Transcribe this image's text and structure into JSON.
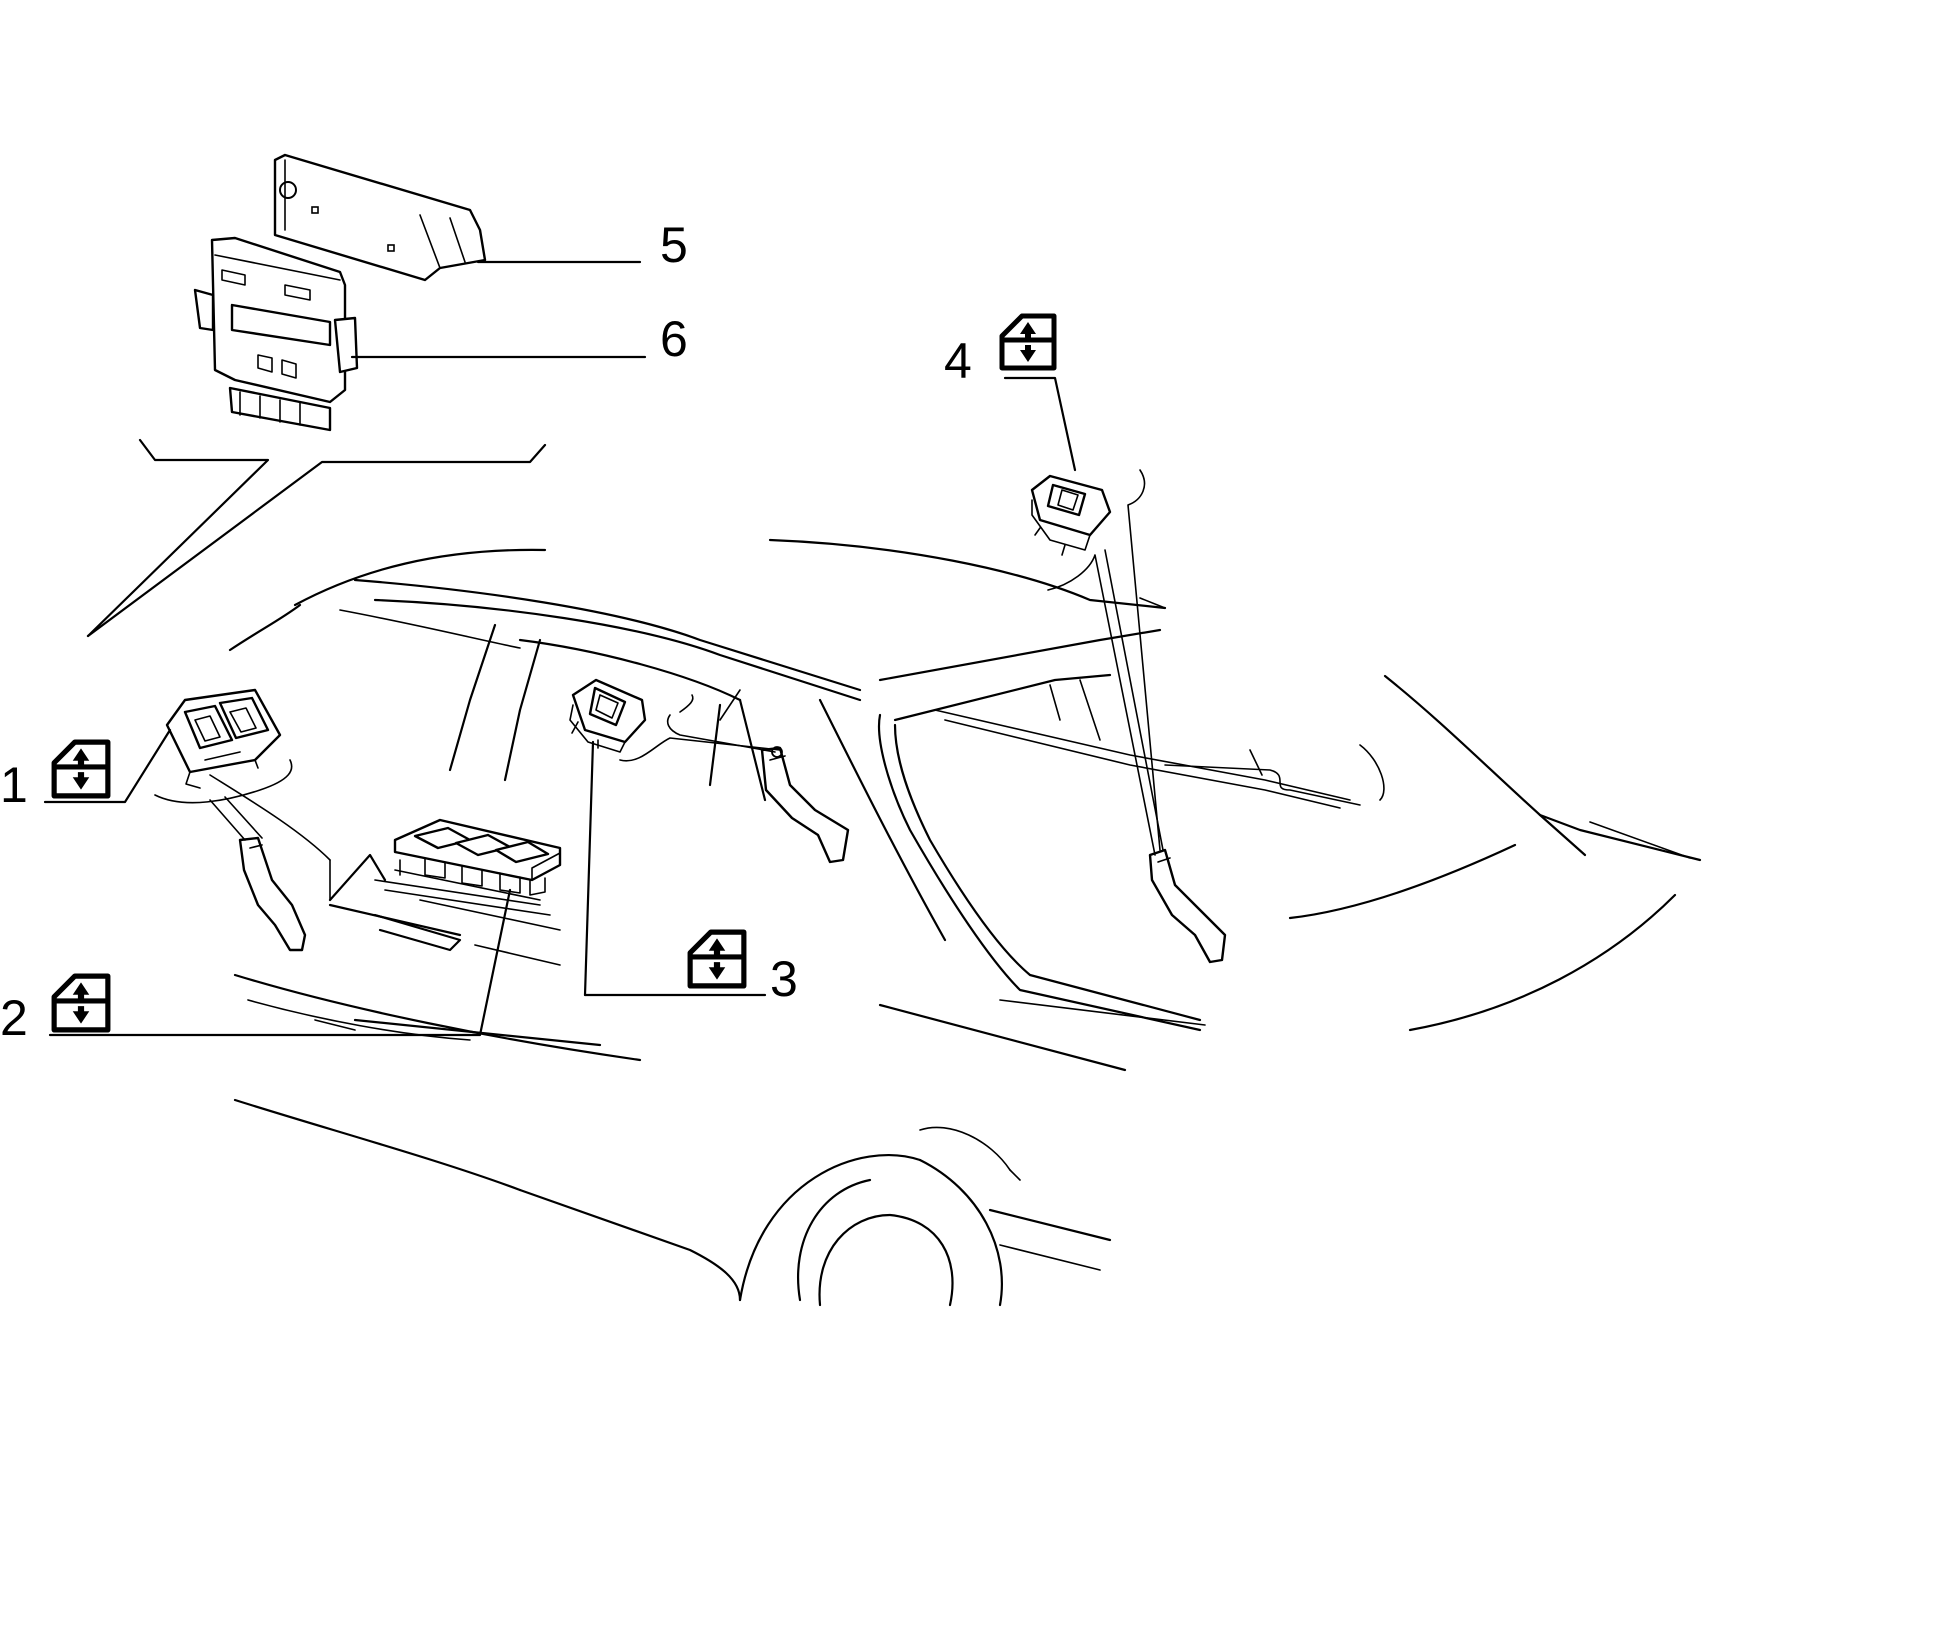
{
  "callouts": [
    {
      "label": "1",
      "name": "rear-window-switch-panel",
      "window_symbol": true
    },
    {
      "label": "2",
      "name": "front-window-switch-panel",
      "window_symbol": true
    },
    {
      "label": "3",
      "name": "single-window-switch-front",
      "window_symbol": true
    },
    {
      "label": "4",
      "name": "single-window-switch-rear",
      "window_symbol": true
    },
    {
      "label": "5",
      "name": "control-unit-bracket",
      "window_symbol": false
    },
    {
      "label": "6",
      "name": "window-control-unit",
      "window_symbol": false
    }
  ],
  "icons": {
    "window_symbol": "power-window-up-down-icon"
  },
  "colors": {
    "line": "#000000",
    "background": "#ffffff"
  }
}
